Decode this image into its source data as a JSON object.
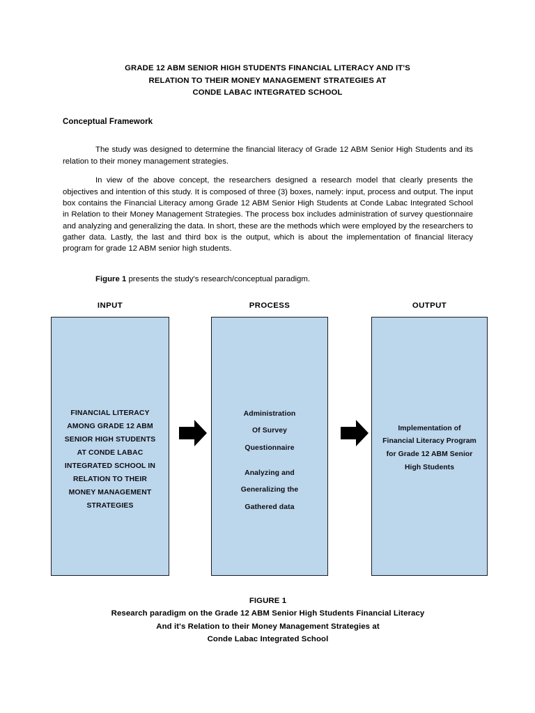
{
  "document": {
    "title_lines": [
      "GRADE 12 ABM SENIOR HIGH STUDENTS FINANCIAL LITERACY AND IT'S",
      "RELATION TO THEIR MONEY MANAGEMENT STRATEGIES AT",
      "CONDE LABAC INTEGRATED SCHOOL"
    ],
    "section_heading": "Conceptual Framework",
    "paragraphs": {
      "p1": "The study was designed to determine the financial literacy of Grade 12 ABM Senior High Students and its relation to their money management strategies.",
      "p2": "In view of the above concept, the researchers designed a research model that clearly presents the objectives and intention of this study. It is composed of three (3) boxes, namely: input, process and output. The input box contains the Financial Literacy among Grade 12 ABM Senior High Students at Conde Labac Integrated School in Relation to their Money Management Strategies. The process box includes administration of survey questionnaire and analyzing and generalizing the data. In short, these are the methods which were employed by the researchers to gather data. Lastly, the last and third box is the output, which is about the implementation of financial literacy program for grade 12 ABM senior high students.",
      "p3_bold": "Figure 1",
      "p3_rest": " presents the study's research/conceptual paradigm."
    }
  },
  "diagram": {
    "headers": {
      "input": "INPUT",
      "process": "PROCESS",
      "output": "OUTPUT"
    },
    "boxes": {
      "input": {
        "lines": [
          "FINANCIAL LITERACY",
          "AMONG GRADE 12 ABM",
          "SENIOR HIGH STUDENTS",
          "AT CONDE LABAC",
          "INTEGRATED SCHOOL IN",
          "RELATION TO THEIR",
          "MONEY MANAGEMENT",
          "STRATEGIES"
        ]
      },
      "process": {
        "lines": [
          "Administration",
          "Of Survey",
          "Questionnaire",
          "",
          "Analyzing and",
          "Generalizing the",
          "Gathered data"
        ]
      },
      "output": {
        "lines": [
          "Implementation of",
          "Financial Literacy Program",
          "for Grade 12 ABM Senior",
          "High Students"
        ]
      }
    },
    "arrows": [
      {
        "name": "arrow-input-to-process"
      },
      {
        "name": "arrow-process-to-output"
      }
    ],
    "colors": {
      "box_fill": "#bcd6ec",
      "box_border": "#1a1a22",
      "arrow_fill": "#000000",
      "page_background": "#ffffff",
      "text": "#000000"
    }
  },
  "caption": {
    "lines": [
      "FIGURE 1",
      "Research paradigm on the Grade 12 ABM Senior High Students Financial Literacy",
      "And it's Relation to their Money Management Strategies at",
      "Conde Labac Integrated School"
    ]
  }
}
